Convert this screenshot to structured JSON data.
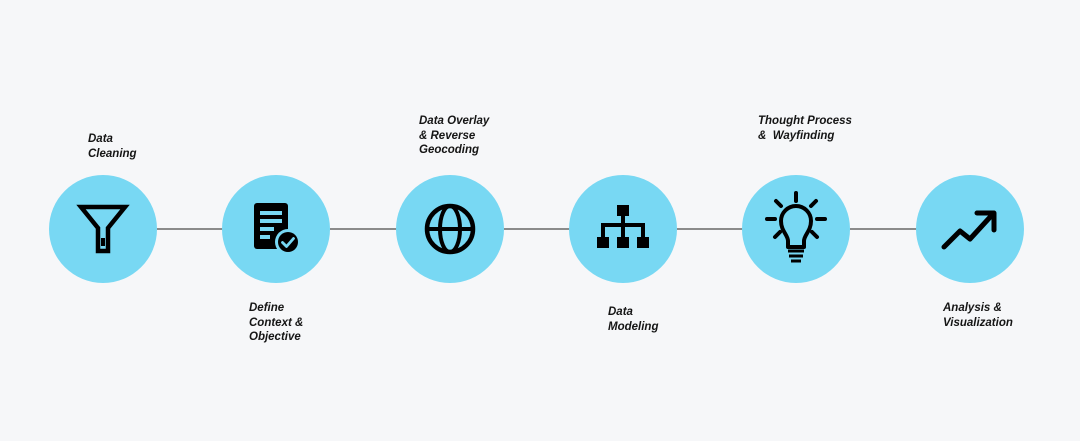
{
  "steps": [
    {
      "label": "Data\nCleaning",
      "icon": "funnel-icon"
    },
    {
      "label": "Define\nContext &\nObjective",
      "icon": "document-check-icon"
    },
    {
      "label": "Data Overlay\n& Reverse\nGeocoding",
      "icon": "globe-icon"
    },
    {
      "label": "Data\nModeling",
      "icon": "hierarchy-icon"
    },
    {
      "label": "Thought Process\n&  Wayfinding",
      "icon": "lightbulb-icon"
    },
    {
      "label": "Analysis &\nVisualization",
      "icon": "trend-up-icon"
    }
  ],
  "colors": {
    "background": "#f6f7f9",
    "circle": "#78d8f3",
    "connector": "#8b8b8b",
    "icon": "#000000",
    "text": "#151515"
  }
}
